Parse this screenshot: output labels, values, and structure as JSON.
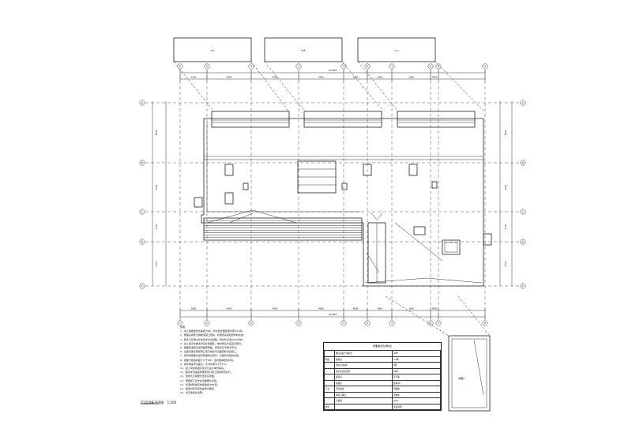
{
  "plan_title": "Z1层顶板平面图",
  "plan_scale": "1:100",
  "grid_labels_top": [
    "①",
    "②",
    "③",
    "④",
    "⑤",
    "⑥",
    "⑦",
    "⑧",
    "⑨",
    "⑩",
    "⑪"
  ],
  "grid_labels_side": [
    "Ⓐ",
    "Ⓑ",
    "Ⓒ",
    "Ⓓ",
    "Ⓔ"
  ],
  "top_boxes": [
    "A-A",
    "B-B",
    "C-C"
  ],
  "dims_top": [
    "2350",
    "4900",
    "4900",
    "4900",
    "3000",
    "3000",
    "1900",
    "3000"
  ],
  "dims_bottom": [
    "3000",
    "4000",
    "4900",
    "4900",
    "4900",
    "3000",
    "1900",
    "3000"
  ],
  "overall_dim": "43,900",
  "side_dims": [
    "3600",
    "4500",
    "2700",
    "2700"
  ],
  "notes": [
    "说明：",
    "1、本工程屋面防水等级为Ⅰ级，防水层合理使用年限为20年。",
    "2、屋面采用现浇钢筋混凝土结构，找坡层采用轻质材料找坡。",
    "3、雨水口及雨水管位置详见水施图，雨水管采用UPVC管材。",
    "4、女儿墙泛水做法详见标准图集，卷材收头处应固定密封。",
    "5、屋面保温层采用挤塑聚苯板，厚度详见节能计算书。",
    "6、设备基础及预留洞口须与相关专业图纸核对后施工。",
    "7、所有穿屋面管道须预埋防水套管，管根处附加防水层。",
    "8、屋面分格缝间距不大于6米，缝内嵌填密封材料。",
    "9、排水坡度详见图示，天沟纵坡不小于1%。",
    "10、施工中如有疑问及时与设计单位联系。",
    "11、图中未尽事宜按国家现行施工验收规范执行。",
    "12、检修孔及爬梯位置详见详图。",
    "13、屋面施工完毕后须做蓄水试验。",
    "14、保温材料燃烧性能等级为B1级。",
    "15、面层材料及颜色由甲方确定。",
    "16、详见建施总说明。"
  ],
  "spec_table": {
    "title": "屋面做法及材料表",
    "rows": [
      [
        "",
        "细石混凝土保护层",
        "40厚"
      ],
      [
        "构造",
        "隔离层",
        "0.4厚"
      ],
      [
        "",
        "防水层(卷材)",
        "4厚"
      ],
      [
        "",
        "找平层水泥砂浆",
        "20厚"
      ],
      [
        "",
        "保温层",
        "详节能"
      ],
      [
        "",
        "找坡层",
        "最薄30"
      ],
      [
        "节点",
        "泛水做法",
        "详图集"
      ],
      [
        "",
        "雨水口做法",
        "详图集"
      ],
      [
        "",
        "分格缝",
        "≤6m"
      ],
      [
        "备注",
        "",
        "见总说明"
      ]
    ]
  },
  "detail_label": "详图A",
  "colors": {
    "line": "#222222",
    "background": "#ffffff"
  }
}
